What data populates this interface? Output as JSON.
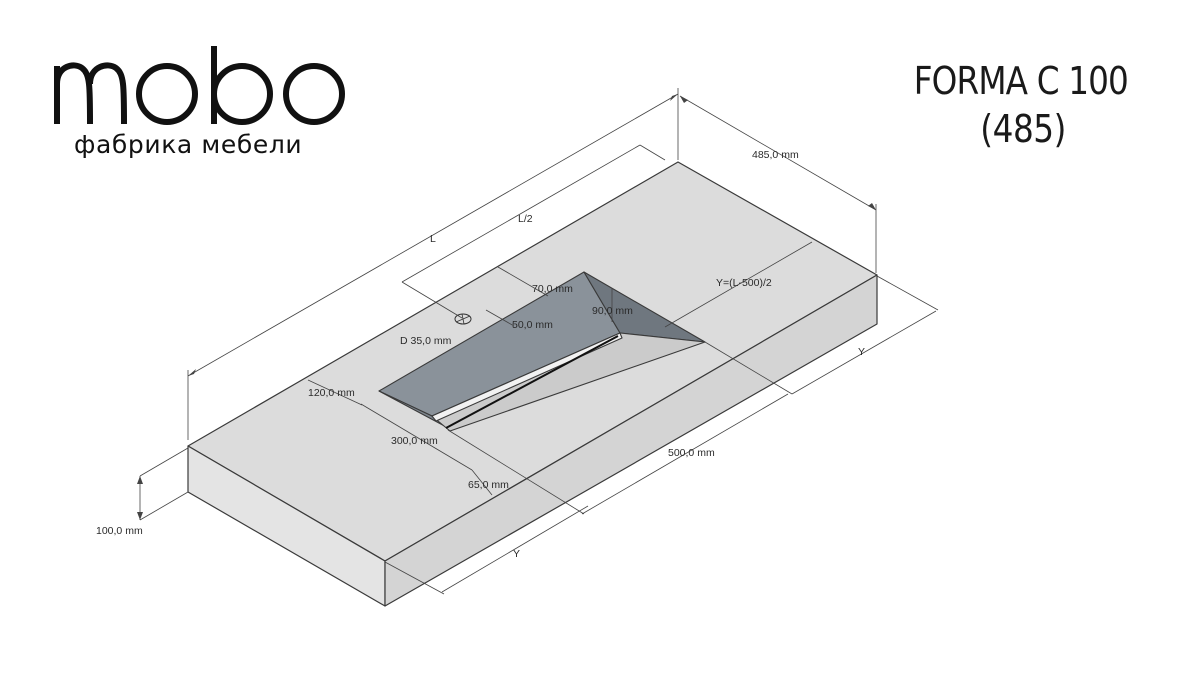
{
  "brand": {
    "logo_text": "mobo",
    "tagline": "фабрика мебели"
  },
  "product": {
    "title_line1": "FORMA C 100",
    "title_line2": "(485)"
  },
  "dimensions": {
    "length": "L",
    "half_length": "L/2",
    "depth": "485,0 mm",
    "offset_formula": "Y=(L-500)/2",
    "y_right": "Y",
    "y_front": "Y",
    "rim_back": "70,0 mm",
    "rim_side": "50,0 mm",
    "basin_depth": "90,0 mm",
    "drain": "D 35,0 mm",
    "front_rim": "120,0 mm",
    "basin_width": "300,0 mm",
    "front_gap": "65,0 mm",
    "basin_length": "500,0 mm",
    "thickness": "100,0 mm"
  },
  "colors": {
    "top_face": "#dcdcdc",
    "front_face": "#e4e4e4",
    "side_face": "#d4d4d4",
    "basin_wall": "#8a929a",
    "basin_floor": "#cbcbcb",
    "outline": "#3a3a3a"
  }
}
